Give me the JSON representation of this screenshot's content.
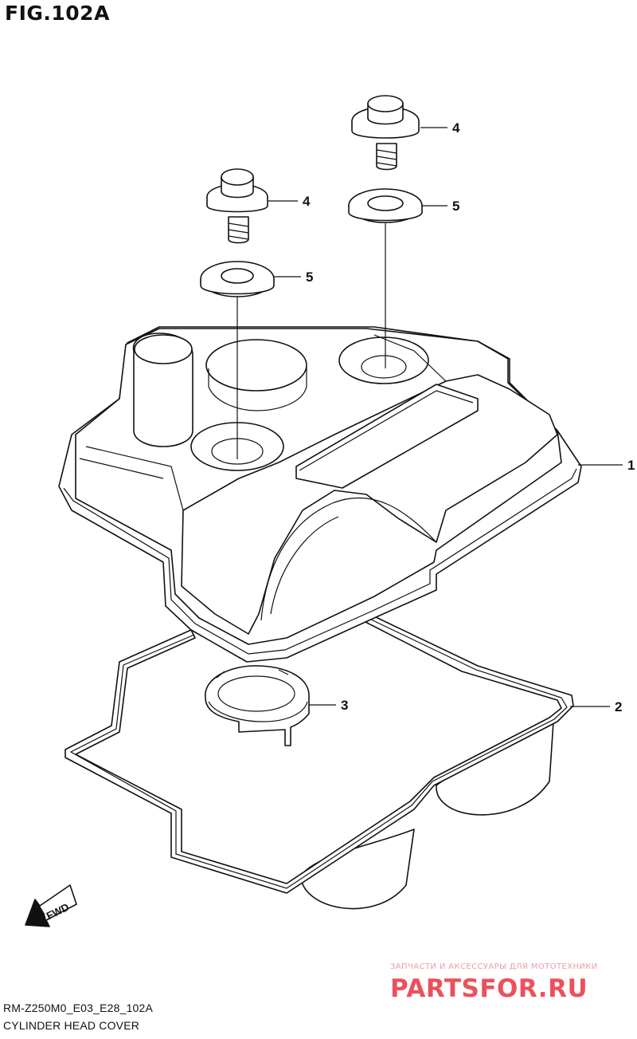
{
  "figure": {
    "title": "FIG.102A",
    "code": "RM-Z250M0_E03_E28_102A",
    "name": "CYLINDER HEAD COVER"
  },
  "callouts": [
    {
      "id": "1",
      "label": "1",
      "part": "cylinder-head-cover"
    },
    {
      "id": "2",
      "label": "2",
      "part": "cover-gasket"
    },
    {
      "id": "3",
      "label": "3",
      "part": "plug-hole-seal"
    },
    {
      "id": "4a",
      "label": "4",
      "part": "bolt"
    },
    {
      "id": "4b",
      "label": "4",
      "part": "bolt"
    },
    {
      "id": "5a",
      "label": "5",
      "part": "washer"
    },
    {
      "id": "5b",
      "label": "5",
      "part": "washer"
    }
  ],
  "direction": {
    "label": "FWD",
    "icon": "fwd-arrow-icon"
  },
  "watermark": {
    "subtitle": "ЗАПЧАСТИ И АКСЕССУАРЫ ДЛЯ МОТОТЕХНИКИ",
    "logo_text": "PARTSFOR.RU",
    "color": "#e8333f"
  }
}
